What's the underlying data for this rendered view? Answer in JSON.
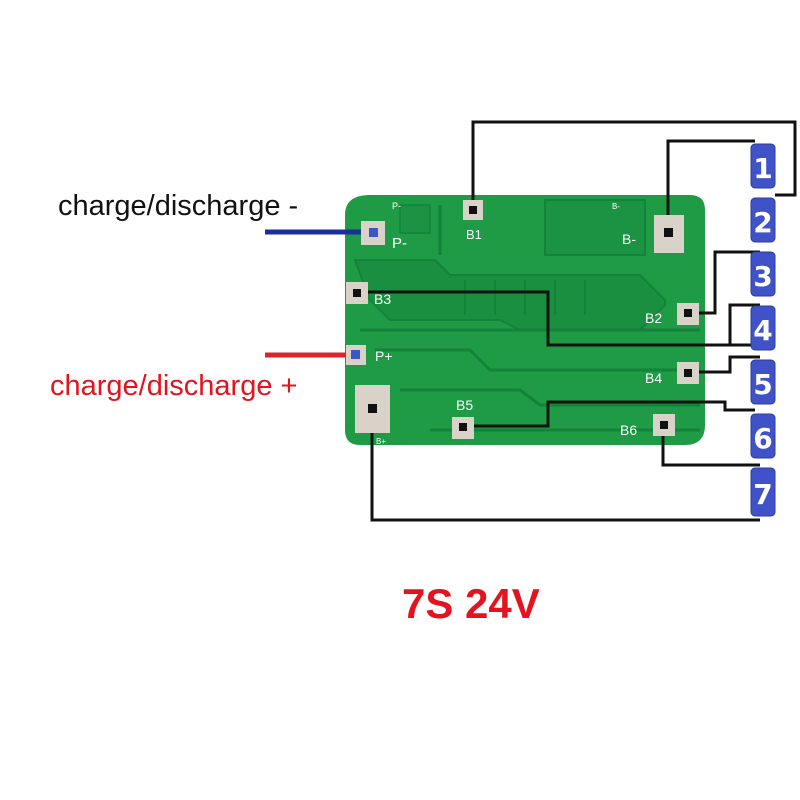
{
  "diagram": {
    "title": "7S 24V",
    "labels": {
      "charge_discharge_neg": "charge/discharge -",
      "charge_discharge_pos": "charge/discharge +"
    },
    "board_pads": {
      "p_minus_small": "P-",
      "p_minus": "P-",
      "p_plus": "P+",
      "b_plus": "B+",
      "b_minus_small": "B-",
      "b_minus": "B-",
      "b1": "B1",
      "b2": "B2",
      "b3": "B3",
      "b4": "B4",
      "b5": "B5",
      "b6": "B6"
    },
    "cells": [
      "1",
      "2",
      "3",
      "4",
      "5",
      "6",
      "7"
    ],
    "colors": {
      "board": "#1f9a45",
      "board_trace": "#13833a",
      "pad": "#d8d2c8",
      "wire": "#111111",
      "neg_wire": "#1b2f9c",
      "pos_wire": "#d9242b",
      "cell": "#3f52c8",
      "title": "#e3141e"
    }
  }
}
